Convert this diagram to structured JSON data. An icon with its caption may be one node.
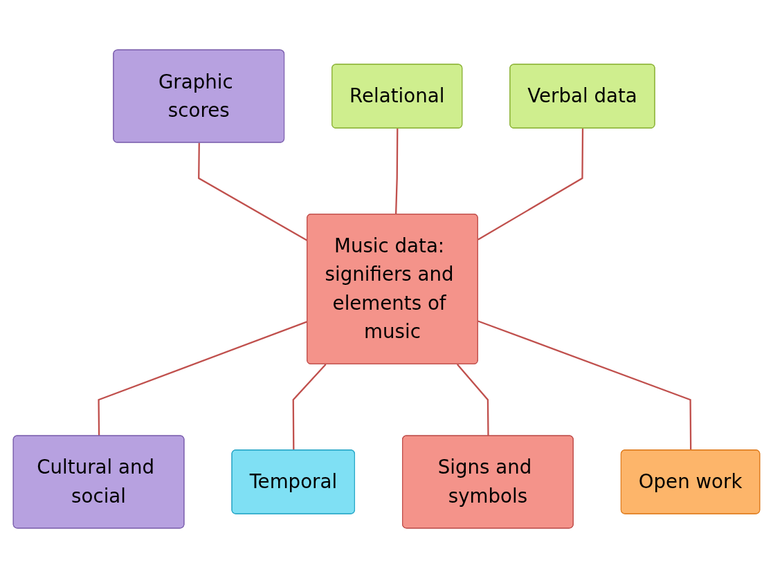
{
  "diagram": {
    "nodes": [
      {
        "text": [
          "Graphic scores"
        ]
      },
      {
        "text": [
          "Relational"
        ]
      },
      {
        "text": [
          "Verbal data"
        ]
      },
      {
        "text": [
          "Music data: signifiers and elements of music"
        ]
      },
      {
        "text": [
          "Cultural and social"
        ]
      },
      {
        "text": [
          "Temporal"
        ]
      },
      {
        "text": [
          "Signs and symbols"
        ]
      },
      {
        "text": [
          "Open work"
        ]
      }
    ],
    "edges": [
      {
        "from": 0,
        "to": 3,
        "arrow": "none"
      },
      {
        "from": 1,
        "to": 3,
        "arrow": "none"
      },
      {
        "from": 2,
        "to": 3,
        "arrow": "none"
      },
      {
        "from": 3,
        "to": 4,
        "arrow": "none"
      },
      {
        "from": 3,
        "to": 5,
        "arrow": "none"
      },
      {
        "from": 3,
        "to": 6,
        "arrow": "none"
      },
      {
        "from": 3,
        "to": 7,
        "arrow": "none"
      }
    ]
  }
}
